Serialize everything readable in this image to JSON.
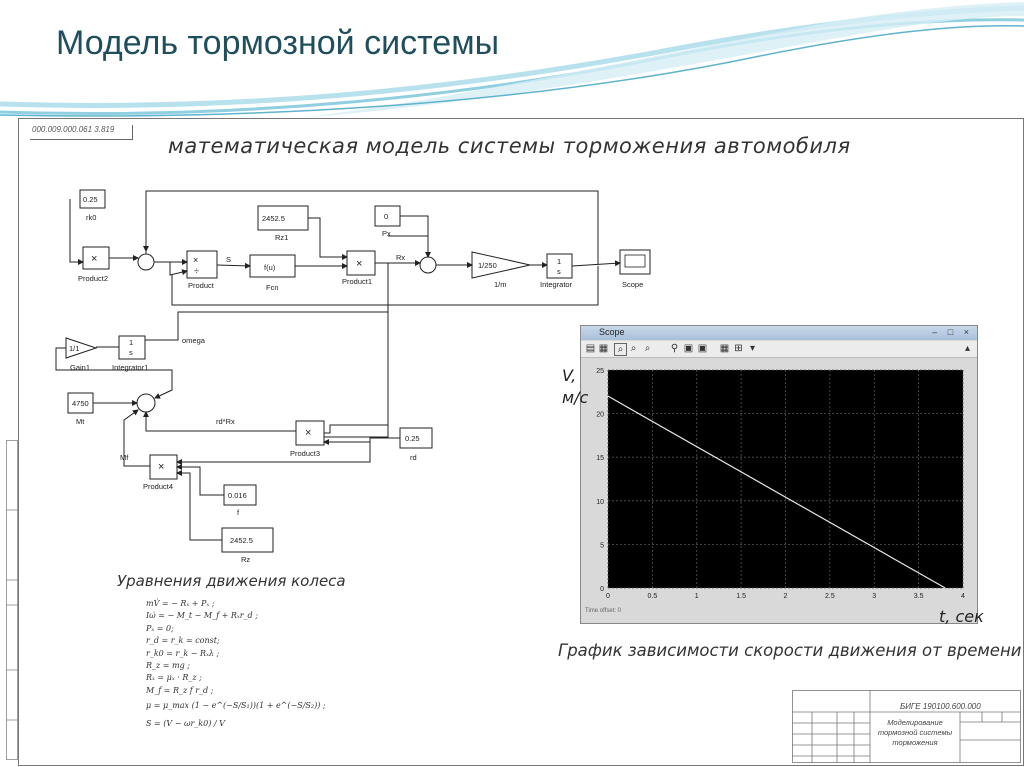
{
  "slide": {
    "title": "Модель тормозной системы"
  },
  "sheet": {
    "code": "000.009.000.061 3.819",
    "title": "математическая модель системы торможения автомобиля"
  },
  "blocks": {
    "rk0_value": "0.25",
    "rk0_label": "rk0",
    "rz1_value": "2452.5",
    "rz1_label": "Rz1",
    "px_value": "0",
    "px_label": "Px",
    "mt_value": "4750",
    "mt_label": "Mt",
    "rd_value": "0.25",
    "rd_label": "rd",
    "f_value": "0.016",
    "f_label": "f",
    "rz_value": "2452.5",
    "rz_label": "Rz",
    "product2": "Product2",
    "product": "Product",
    "fcn_value": "f(u)",
    "fcn_label": "Fcn",
    "product1": "Product1",
    "gain_value": "1/250",
    "gain_label": "1/m",
    "integrator_label": "Integrator",
    "scope_label": "Scope",
    "gain1_value": "1/1",
    "gain1_label": "Gain1",
    "integrator1_label": "Integrator1",
    "product3": "Product3",
    "product4": "Product4",
    "mult": "×",
    "div": "÷",
    "int_num": "1",
    "int_den": "s"
  },
  "signals": {
    "s": "S",
    "rx": "Rx",
    "omega": "omega",
    "rdrx": "rd*Rx",
    "mf": "Mf"
  },
  "scope_window": {
    "title": "Scope",
    "footer": "Time offset:  0",
    "x_ticks": [
      "0",
      "0.5",
      "1",
      "1.5",
      "2",
      "2.5",
      "3",
      "3.5",
      "4"
    ],
    "y_ticks": [
      "0",
      "5",
      "10",
      "15",
      "20",
      "25"
    ]
  },
  "graph": {
    "v_label_1": "V,",
    "v_label_2": "м/с",
    "t_label": "t, сек",
    "caption": "График зависимости скорости движения от времени"
  },
  "chart_data": {
    "type": "line",
    "title": "",
    "xlabel": "t, сек",
    "ylabel": "V, м/с",
    "xlim": [
      0,
      4
    ],
    "ylim": [
      0,
      25
    ],
    "grid": true,
    "series": [
      {
        "x": [
          0,
          3.8
        ],
        "y": [
          22,
          0
        ]
      }
    ]
  },
  "equations": {
    "heading": "Уравнения движения колеса",
    "lines": [
      "mV̇ = − Rₓ + Pₓ ;",
      "Iω̇ = − M_t − M_f + Rₓr_d ;",
      "Pₓ = 0;",
      "r_d = r_k = const;",
      "r_k0 = r_k − Rₓλ ;",
      "R_z = mg ;",
      "Rₓ = μₓ · R_z ;",
      "M_f = R_z f r_d ;",
      "μ = μ_max (1 − e^(−S/S₁))(1 + e^(−S/S₂)) ;",
      "S = (V − ωr_k0) / V"
    ]
  },
  "stamp": {
    "code": "БИГЕ 190100.600.000",
    "title": "Моделирование тормозной системы торможения"
  },
  "colors": {
    "title": "#1f4e5c",
    "wave": "#7ec3d6",
    "scope_bg": "#000000",
    "trace": "#e8e8e8"
  }
}
